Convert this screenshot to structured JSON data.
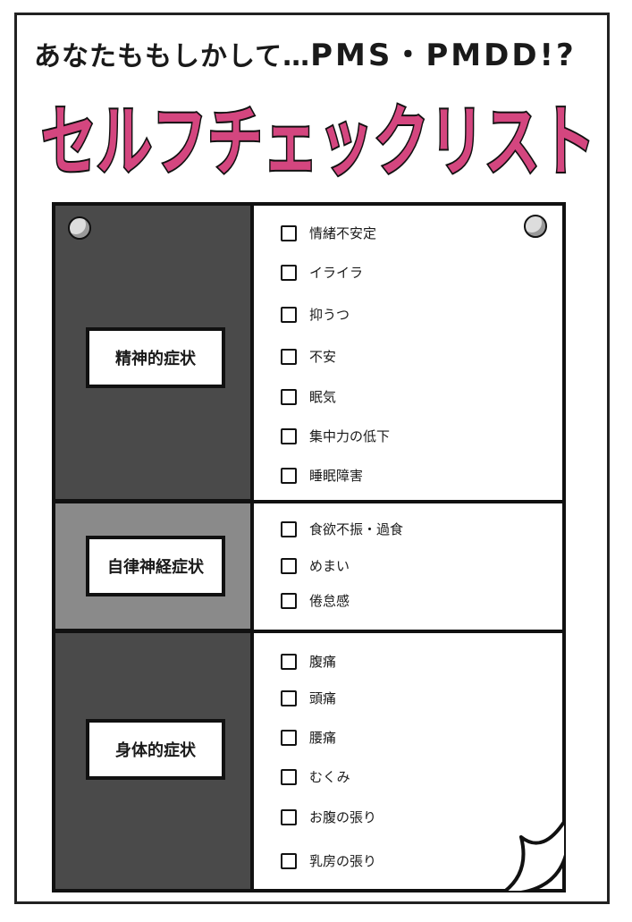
{
  "header": {
    "subtitle_prefix": "あなたももしかして…",
    "subtitle_highlight": "PMS・PMDD!?",
    "title": "セルフチェックリスト"
  },
  "colors": {
    "accent": "#d4467f",
    "dark_panel": "#4a4a4a",
    "mid_panel": "#8a8a8a"
  },
  "categories": [
    {
      "label": "精神的症状",
      "items": [
        "情緒不安定",
        "イライラ",
        "抑うつ",
        "不安",
        "眠気",
        "集中力の低下",
        "睡眠障害"
      ]
    },
    {
      "label": "自律神経症状",
      "items": [
        "食欲不振・過食",
        "めまい",
        "倦怠感"
      ]
    },
    {
      "label": "身体的症状",
      "items": [
        "腹痛",
        "頭痛",
        "腰痛",
        "むくみ",
        "お腹の張り",
        "乳房の張り"
      ]
    }
  ]
}
